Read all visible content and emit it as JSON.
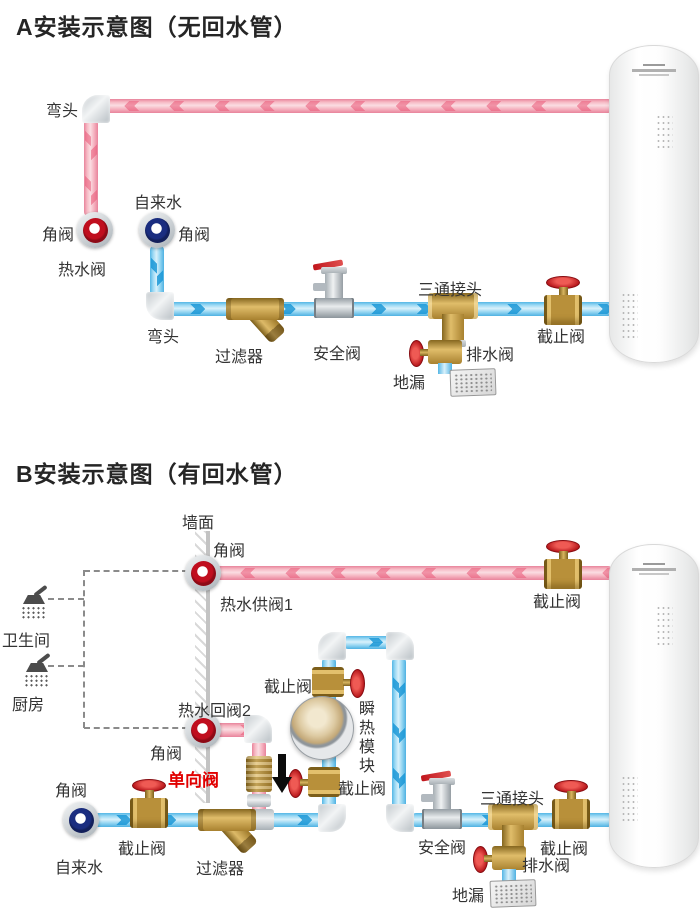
{
  "diagram_a": {
    "title": "A安装示意图（无回水管）",
    "labels": {
      "elbow_top": "弯头",
      "angle_valve_hot": "角阀",
      "hot_water_valve": "热水阀",
      "tap_water": "自来水",
      "angle_valve_cold": "角阀",
      "elbow_bottom": "弯头",
      "filter": "过滤器",
      "safety_valve": "安全阀",
      "tee_joint": "三通接头",
      "drain_valve": "排水阀",
      "floor_drain": "地漏",
      "stop_valve": "截止阀"
    }
  },
  "diagram_b": {
    "title": "B安装示意图（有回水管）",
    "labels": {
      "wall": "墙面",
      "angle_valve_supply": "角阀",
      "hot_supply_valve": "热水供阀1",
      "stop_valve_hot": "截止阀",
      "bathroom": "卫生间",
      "kitchen": "厨房",
      "hot_return_valve": "热水回阀2",
      "angle_valve_return": "角阀",
      "one_way_valve": "单向阀",
      "stop_valve_upper": "截止阀",
      "instant_heat_module": "瞬热模块",
      "stop_valve_lower": "截止阀",
      "angle_valve_cold": "角阀",
      "tap_water": "自来水",
      "stop_valve_cold": "截止阀",
      "filter": "过滤器",
      "safety_valve": "安全阀",
      "tee_joint": "三通接头",
      "drain_valve": "排水阀",
      "floor_drain": "地漏",
      "stop_valve_tank": "截止阀"
    }
  },
  "colors": {
    "hot_pipe": "#f6b9c4",
    "cold_pipe": "#9bd9f4",
    "hot_arrow": "#e95676",
    "cold_arrow": "#1494d5",
    "brass": "#b8903a",
    "valve_wheel_red": "#b31217",
    "angle_valve_red": "#c00e1e",
    "angle_valve_blue": "#1a2d80",
    "warning_text": "#e10000"
  }
}
